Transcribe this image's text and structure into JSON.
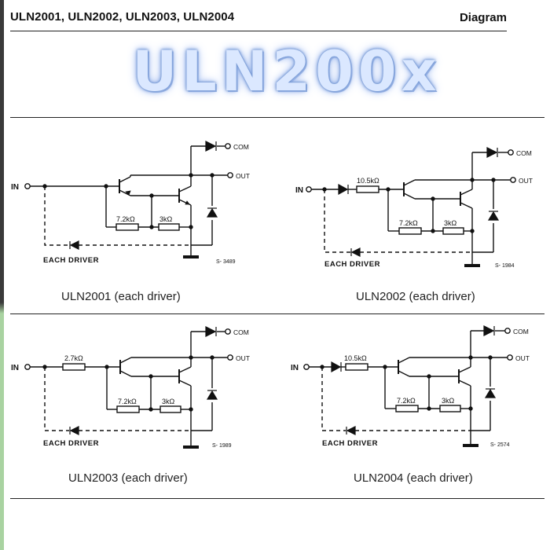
{
  "header": {
    "title": "ULN2001, ULN2002, ULN2003, ULN2004",
    "section": "Diagram"
  },
  "banner": {
    "text": "ULN200x"
  },
  "circuits": [
    {
      "in_label": "IN",
      "com_label": "COM",
      "out_label": "OUT",
      "r1": "7.2kΩ",
      "r2": "3kΩ",
      "each_driver": "EACH DRIVER",
      "fig_id": "S- 3489",
      "caption": "ULN2001 (each driver)"
    },
    {
      "in_label": "IN",
      "com_label": "COM",
      "out_label": "OUT",
      "rin": "10.5kΩ",
      "r1": "7.2kΩ",
      "r2": "3kΩ",
      "each_driver": "EACH DRIVER",
      "fig_id": "S- 1984",
      "caption": "ULN2002 (each driver)"
    },
    {
      "in_label": "IN",
      "com_label": "COM",
      "out_label": "OUT",
      "rin": "2.7kΩ",
      "r1": "7.2kΩ",
      "r2": "3kΩ",
      "each_driver": "EACH DRIVER",
      "fig_id": "S- 1989",
      "caption": "ULN2003 (each driver)"
    },
    {
      "in_label": "IN",
      "com_label": "COM",
      "out_label": "OUT",
      "rin": "10.5kΩ",
      "r1": "7.2kΩ",
      "r2": "3kΩ",
      "each_driver": "EACH DRIVER",
      "fig_id": "S- 2574",
      "caption": "ULN2004 (each driver)"
    }
  ]
}
